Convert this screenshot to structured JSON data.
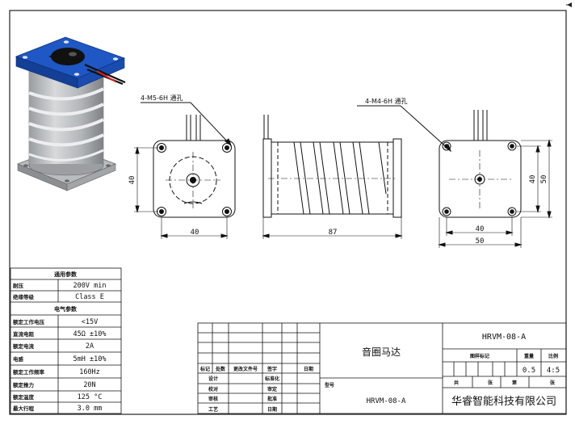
{
  "annotations": {
    "hole_left": "4-M5-6H 通孔",
    "hole_right": "4-M4-6H 通孔"
  },
  "dimensions": {
    "front_width": "40",
    "front_height": "40",
    "side_length": "87",
    "back_inner_width": "40",
    "back_outer_width": "50",
    "back_inner_height": "40",
    "back_outer_height": "50"
  },
  "params": {
    "section_general": "通用参数",
    "general_rows": [
      {
        "label": "耐压",
        "value": "200V min"
      },
      {
        "label": "绝缘等级",
        "value": "Class E"
      }
    ],
    "section_electrical": "电气参数",
    "electrical_rows": [
      {
        "label": "额定工作电压",
        "value": "<15V"
      },
      {
        "label": "直流电阻",
        "value": "45Ω ±10%"
      },
      {
        "label": "额定电流",
        "value": "2A"
      },
      {
        "label": "电感",
        "value": "5mH ±10%"
      },
      {
        "label": "额定工作频率",
        "value": "160Hz"
      },
      {
        "label": "额定推力",
        "value": "20N"
      },
      {
        "label": "额定温度",
        "value": "125 °C"
      },
      {
        "label": "最大行程",
        "value": "3.0 mm"
      }
    ]
  },
  "title_block": {
    "col_mark": "标记",
    "col_count": "处数",
    "col_doc": "更改文件号",
    "col_sign": "签字",
    "col_date": "日期",
    "col_std": "标准化",
    "role_design": "设计",
    "role_check": "校对",
    "role_review": "审核",
    "role_craft": "工艺",
    "col_audit": "审定",
    "col_approve": "批准",
    "col_date2": "日期",
    "part_name": "音圈马达",
    "model_label": "型号",
    "model_value": "HRVM-08-A",
    "drawing_no": "HRVM-08-A",
    "stage_mark": "图样标记",
    "weight_label": "重量",
    "scale_label": "比例",
    "weight_value": "0.5",
    "scale_value": "4:5",
    "total_label": "共",
    "sheets_label": "张",
    "page_label": "第",
    "sheet_label": "张",
    "company": "华睿智能科技有限公司"
  }
}
